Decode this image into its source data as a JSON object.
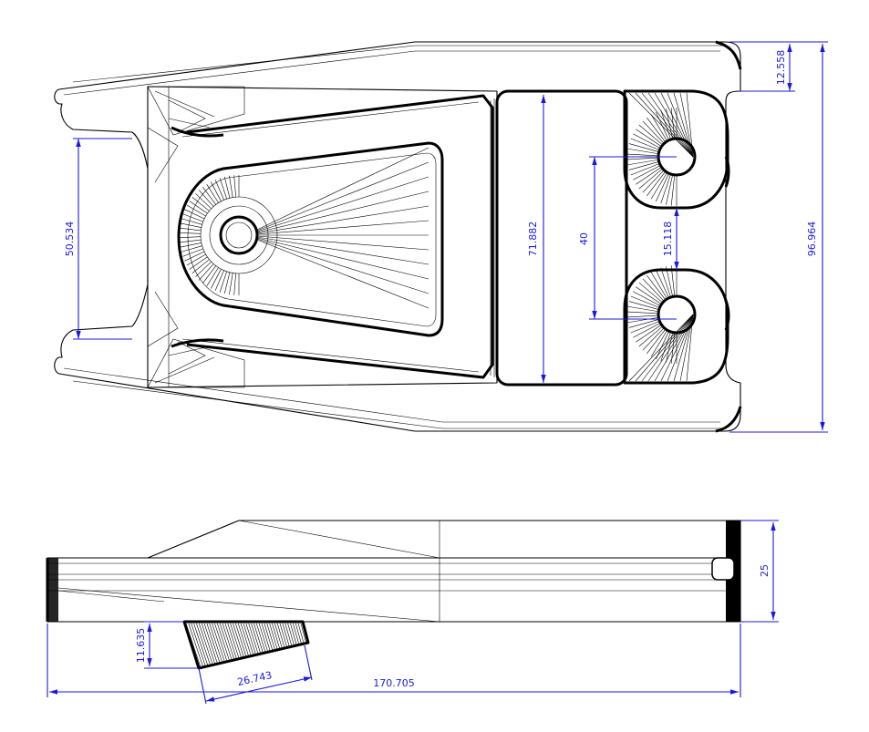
{
  "colors": {
    "line": "#000000",
    "dimension": "#1a1adf",
    "background": "#ffffff"
  },
  "dimensions": {
    "top_width_left": "50.534",
    "top_cavity_height": "71.882",
    "top_hole_spacing": "40",
    "top_hole_gap": "15.118",
    "top_total_height": "96.964",
    "top_edge_offset": "12.558",
    "side_thickness": "25",
    "side_boss_depth": "11.635",
    "side_boss_length": "26.743",
    "side_total_length": "170.705"
  }
}
